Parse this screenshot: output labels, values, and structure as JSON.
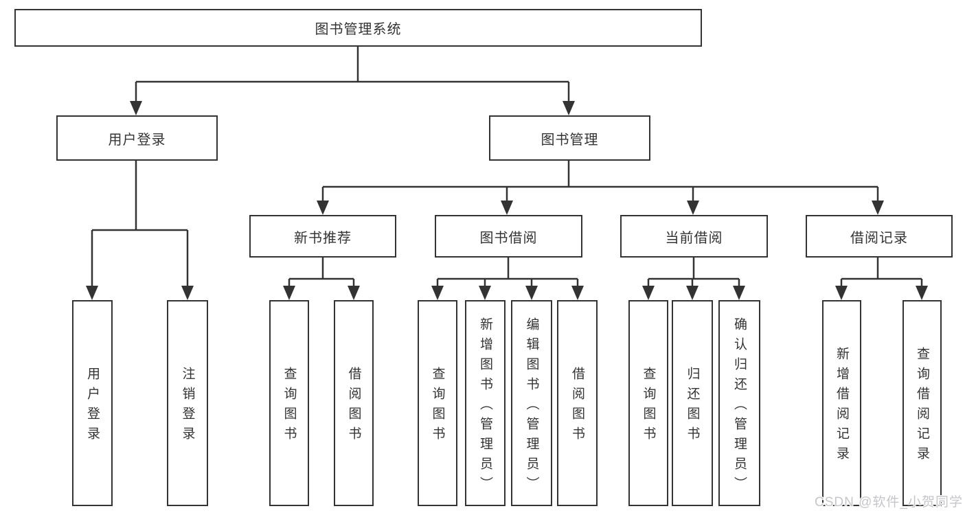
{
  "colors": {
    "background": "#ffffff",
    "box_border": "#333333",
    "connector_line": "#333333",
    "text": "#333333",
    "watermark_text": "#c6c6ca"
  },
  "root": {
    "label": "图书管理系统"
  },
  "login": {
    "label": "用户登录",
    "children": [
      {
        "label": "用户登录"
      },
      {
        "label": "注销登录"
      }
    ]
  },
  "mgmt": {
    "label": "图书管理",
    "sections": [
      {
        "label": "新书推荐",
        "children": [
          {
            "label": "查询图书"
          },
          {
            "label": "借阅图书"
          }
        ]
      },
      {
        "label": "图书借阅",
        "children": [
          {
            "label": "查询图书"
          },
          {
            "label": "新增图书（管理员）"
          },
          {
            "label": "编辑图书（管理员）"
          },
          {
            "label": "借阅图书"
          }
        ]
      },
      {
        "label": "当前借阅",
        "children": [
          {
            "label": "查询图书"
          },
          {
            "label": "归还图书"
          },
          {
            "label": "确认归还（管理员）"
          }
        ]
      },
      {
        "label": "借阅记录",
        "children": [
          {
            "label": "新增借阅记录"
          },
          {
            "label": "查询借阅记录"
          }
        ]
      }
    ]
  },
  "watermark": {
    "text": "CSDN @软件_小贺同学"
  }
}
